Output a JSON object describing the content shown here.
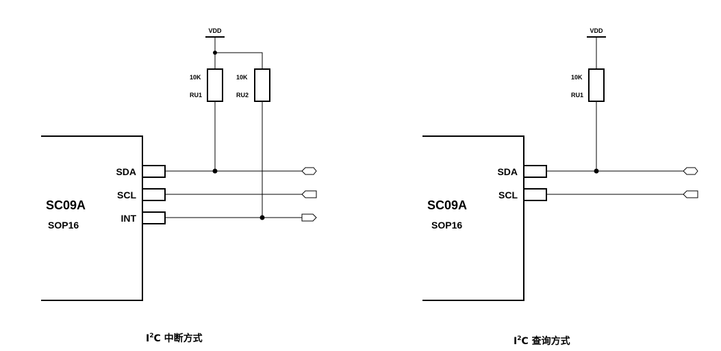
{
  "left": {
    "vdd": "VDD",
    "r1_value": "10K",
    "r1_name": "RU1",
    "r2_value": "10K",
    "r2_name": "RU2",
    "chip_name": "SC09A",
    "chip_package": "SOP16",
    "pins": [
      "SDA",
      "SCL",
      "INT"
    ],
    "caption_prefix": "I",
    "caption_sup": "2",
    "caption_rest": "C 中断方式"
  },
  "right": {
    "vdd": "VDD",
    "r1_value": "10K",
    "r1_name": "RU1",
    "chip_name": "SC09A",
    "chip_package": "SOP16",
    "pins": [
      "SDA",
      "SCL"
    ],
    "caption_prefix": "I",
    "caption_sup": "2",
    "caption_rest": "C 查询方式"
  }
}
